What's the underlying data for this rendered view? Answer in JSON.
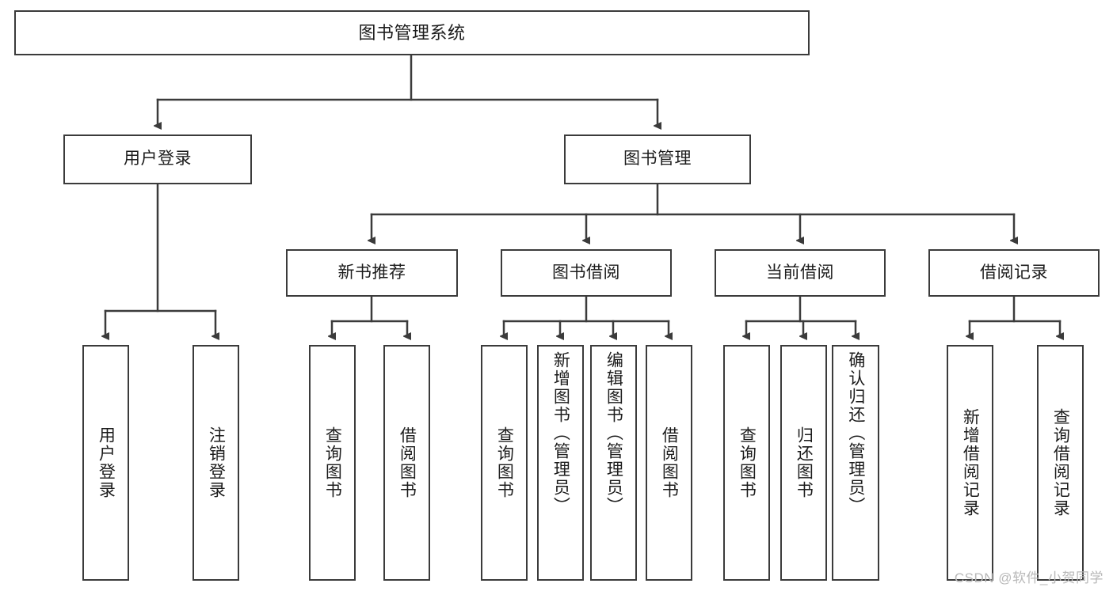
{
  "diagram": {
    "type": "tree",
    "title": "图书管理系统",
    "watermark": "CSDN @软件_小贺同学",
    "colors": {
      "stroke": "#3b3b3b",
      "background": "#ffffff",
      "text": "#1c1c1c",
      "watermark": "#b8b8b8"
    },
    "nodes": {
      "root": {
        "label": "图书管理系统"
      },
      "level1": [
        {
          "label": "用户登录"
        },
        {
          "label": "图书管理"
        }
      ],
      "level2": [
        {
          "label": "新书推荐"
        },
        {
          "label": "图书借阅"
        },
        {
          "label": "当前借阅"
        },
        {
          "label": "借阅记录"
        }
      ],
      "leaves": {
        "user_login": [
          {
            "label": "用户登录"
          },
          {
            "label": "注销登录"
          }
        ],
        "new_book": [
          {
            "label": "查询图书"
          },
          {
            "label": "借阅图书"
          }
        ],
        "book_borrow": [
          {
            "label": "查询图书"
          },
          {
            "label": "新增图书（管理员）"
          },
          {
            "label": "编辑图书（管理员）"
          },
          {
            "label": "借阅图书"
          }
        ],
        "current_borrow": [
          {
            "label": "查询图书"
          },
          {
            "label": "归还图书"
          },
          {
            "label": "确认归还（管理员）"
          }
        ],
        "borrow_record": [
          {
            "label": "新增借阅记录"
          },
          {
            "label": "查询借阅记录"
          }
        ]
      }
    }
  }
}
